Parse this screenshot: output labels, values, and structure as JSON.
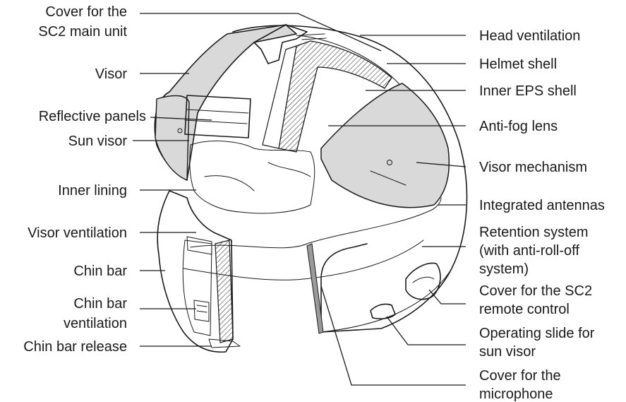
{
  "diagram": {
    "left_labels": {
      "cover_main_unit": [
        "Cover for the",
        "SC2  main unit"
      ],
      "visor": "Visor",
      "reflective_panels": "Reflective panels",
      "sun_visor": "Sun visor",
      "inner_lining": "Inner lining",
      "visor_ventilation": "Visor ventilation",
      "chin_bar": "Chin bar",
      "chin_bar_ventilation": [
        "Chin bar",
        "ventilation"
      ],
      "chin_bar_release": "Chin bar release"
    },
    "right_labels": {
      "head_ventilation": "Head ventilation",
      "helmet_shell": "Helmet shell",
      "inner_eps_shell": "Inner EPS shell",
      "anti_fog_lens": "Anti-fog lens",
      "visor_mechanism": "Visor mechanism",
      "integrated_antennas": "Integrated antennas",
      "retention_system": [
        "Retention system",
        "(with anti-roll-off",
        "system)"
      ],
      "cover_remote_control": [
        "Cover for the SC2",
        "remote control"
      ],
      "operating_slide": [
        "Operating slide for",
        "sun visor"
      ],
      "cover_microphone": [
        "Cover for the",
        "microphone"
      ]
    },
    "colors": {
      "visor_fill": "#d9d9d9",
      "ink": "#1a1a1a"
    }
  }
}
